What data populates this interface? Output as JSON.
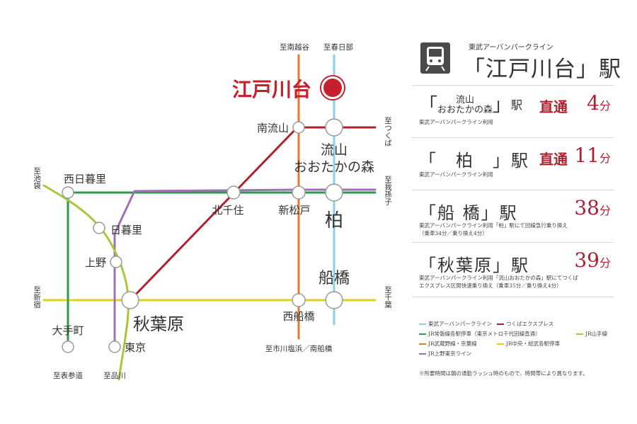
{
  "colors": {
    "tobu_urban_park": "#8ecfe8",
    "tsukuba_express": "#b0212f",
    "jr_joban": "#2e9a4a",
    "jr_yamanote": "#a6c83a",
    "jr_musashino": "#e8782a",
    "jr_chuo_sobu": "#e3d21e",
    "jr_ueno_tokyo": "#a070b5",
    "highlight": "#c6202e"
  },
  "map": {
    "highlight_station": "江戸川台",
    "stations": {
      "minami_nagareyama": "南流山",
      "nagareyama_otaka_1": "流山",
      "nagareyama_otaka_2": "おおたかの森",
      "nishi_nippori": "西日暮里",
      "kita_senju": "北千住",
      "shin_matsudo": "新松戸",
      "kashiwa": "柏",
      "nippori": "日暮里",
      "ueno": "上野",
      "funabashi": "船橋",
      "akihabara": "秋葉原",
      "nishi_funabashi": "西船橋",
      "otemachi": "大手町",
      "tokyo": "東京"
    },
    "directions": {
      "minami_koshigaya": "至南越谷",
      "kasukabe": "至春日部",
      "tsukuba": "至つくば",
      "ikebukuro": "至池袋",
      "abiko": "至我孫子",
      "shinjuku": "至新宿",
      "chiba": "至千葉",
      "ichikawa_shiohama": "至市川塩浜／南船橋",
      "omotesando": "至表参道",
      "shinagawa": "至品川"
    }
  },
  "panel": {
    "origin_line": "東武アーバンパークライン",
    "origin_station": "「江戸川台」駅",
    "rows": [
      {
        "station_line1": "流山",
        "station_line2": "おおたかの森",
        "eki": "駅",
        "direct": "直通",
        "time": "4",
        "unit": "分",
        "note1": "東武アーバンパークライン利用",
        "note2": ""
      },
      {
        "station": "「　柏　」駅",
        "direct": "直通",
        "time": "11",
        "unit": "分",
        "note1": "東武アーバンパークライン利用",
        "note2": ""
      },
      {
        "station": "「船 橋」駅",
        "direct": "",
        "time": "38",
        "unit": "分",
        "note1": "東武アーバンパークライン利用「柏」駅にて回線急行乗り換え",
        "note2": "（乗車34分／乗り換え4分）"
      },
      {
        "station": "「秋葉原」駅",
        "direct": "",
        "time": "39",
        "unit": "分",
        "note1": "東武アーバンパークライン利用「流山おおたかの森」駅にてつくば",
        "note2": "エクスプレス区間快速乗り換え（乗車35分／乗り換え4分）"
      }
    ]
  },
  "legend": [
    {
      "label": "東武アーバンパークライン",
      "color": "#8ecfe8"
    },
    {
      "label": "つくばエクスプレス",
      "color": "#b0212f"
    },
    {
      "label": "JR常磐線各駅停車（東京メトロ千代田線直通）",
      "color": "#2e9a4a"
    },
    {
      "label": "JR山手線",
      "color": "#a6c83a"
    },
    {
      "label": "JR武蔵野線・京葉線",
      "color": "#e8782a"
    },
    {
      "label": "JR中央・総武各駅停車",
      "color": "#e3d21e"
    },
    {
      "label": "JR上野東京ライン",
      "color": "#a070b5"
    }
  ],
  "footnote": "※所要時間は朝の通勤ラッシュ時のもので、時間帯により異なります。"
}
